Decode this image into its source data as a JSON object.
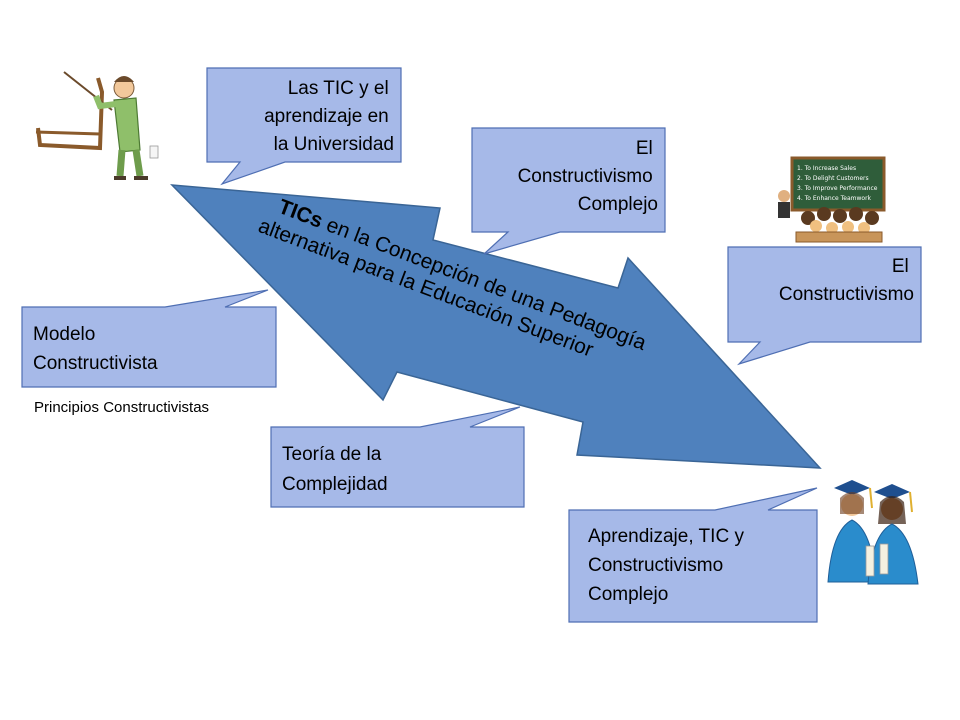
{
  "arrow": {
    "title_bold": "TICs",
    "title_line1_rest": " en la Concepción de una Pedagogía",
    "title_line2": "alternativa para la Educación Superior",
    "fill_color": "#4f81bd"
  },
  "callouts": {
    "universidad": {
      "lines": [
        "Las TIC y el",
        "aprendizaje en",
        "la Universidad"
      ]
    },
    "constructivismo_complejo": {
      "lines": [
        "El",
        "Constructivismo",
        "Complejo"
      ]
    },
    "constructivismo": {
      "lines": [
        "El",
        "Constructivismo"
      ]
    },
    "modelo": {
      "lines": [
        "Modelo",
        "Constructivista"
      ]
    },
    "complejidad": {
      "lines": [
        "Teoría de la",
        "Complejidad"
      ]
    },
    "aprendizaje": {
      "lines": [
        "Aprendizaje, TIC y",
        "Constructivismo",
        "Complejo"
      ]
    }
  },
  "label_principios": "Principios Constructivistas",
  "board": {
    "items": [
      "1. To Increase Sales",
      "2. To Delight Customers",
      "3. To Improve Performance",
      "4. To Enhance Teamwork"
    ]
  },
  "colors": {
    "callout_fill": "#a6b9e8",
    "callout_stroke": "#4f6fb3",
    "arrow_stroke": "#3a6596"
  }
}
